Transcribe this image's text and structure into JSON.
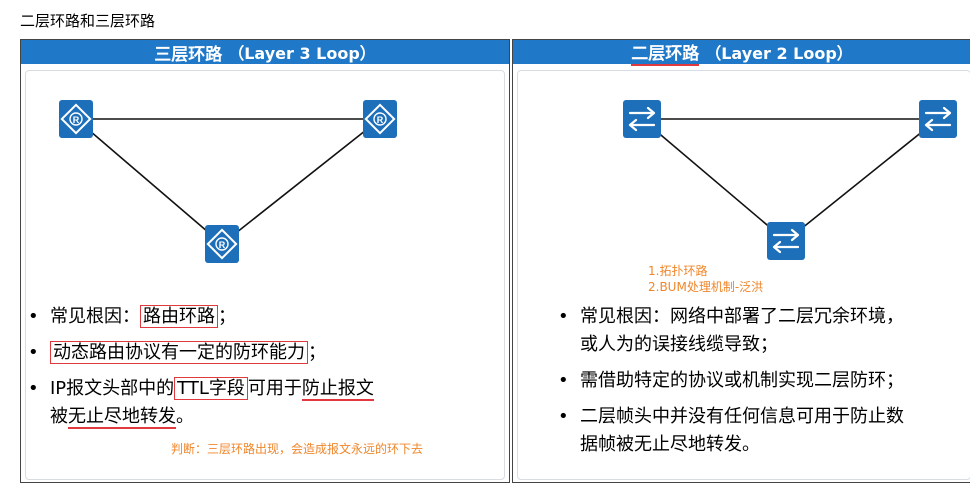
{
  "page_title": "二层环路和三层环路",
  "left": {
    "title_cn": "三层环路",
    "title_en": "（Layer 3 Loop）",
    "node_icon": "router-icon",
    "bullet1_prefix": "常见根因：",
    "bullet1_box": "路由环路",
    "bullet1_suffix": "；",
    "bullet2_box": "动态路由协议有一定的防环能力",
    "bullet2_suffix": "；",
    "bullet3_part1": "IP报文头部中的",
    "bullet3_box": "TTL字段",
    "bullet3_part2": "可用于",
    "bullet3_uline1": "防止报文",
    "bullet3_line2_prefix": "被",
    "bullet3_uline2": "无止尽地转发",
    "bullet3_line2_suffix": "。",
    "note": "判断：三层环路出现，会造成报文永远的环下去"
  },
  "right": {
    "title_cn": "二层环路",
    "title_en": "（Layer 2 Loop）",
    "node_icon": "switch-icon",
    "note_line1": "1.拓扑环路",
    "note_line2": "2.BUM处理机制-泛洪",
    "bullet1_line1": "常见根因：网络中部署了二层冗余环境，",
    "bullet1_line2": "或人为的误接线缆导致；",
    "bullet2": "需借助特定的协议或机制实现二层防环；",
    "bullet3_line1": "二层帧头中并没有任何信息可用于防止数",
    "bullet3_line2": "据帧被无止尽地转发。"
  },
  "colors": {
    "header": "#1f78c8",
    "node": "#1e6fba",
    "mark": "#e0393e",
    "note": "#f0862a"
  }
}
